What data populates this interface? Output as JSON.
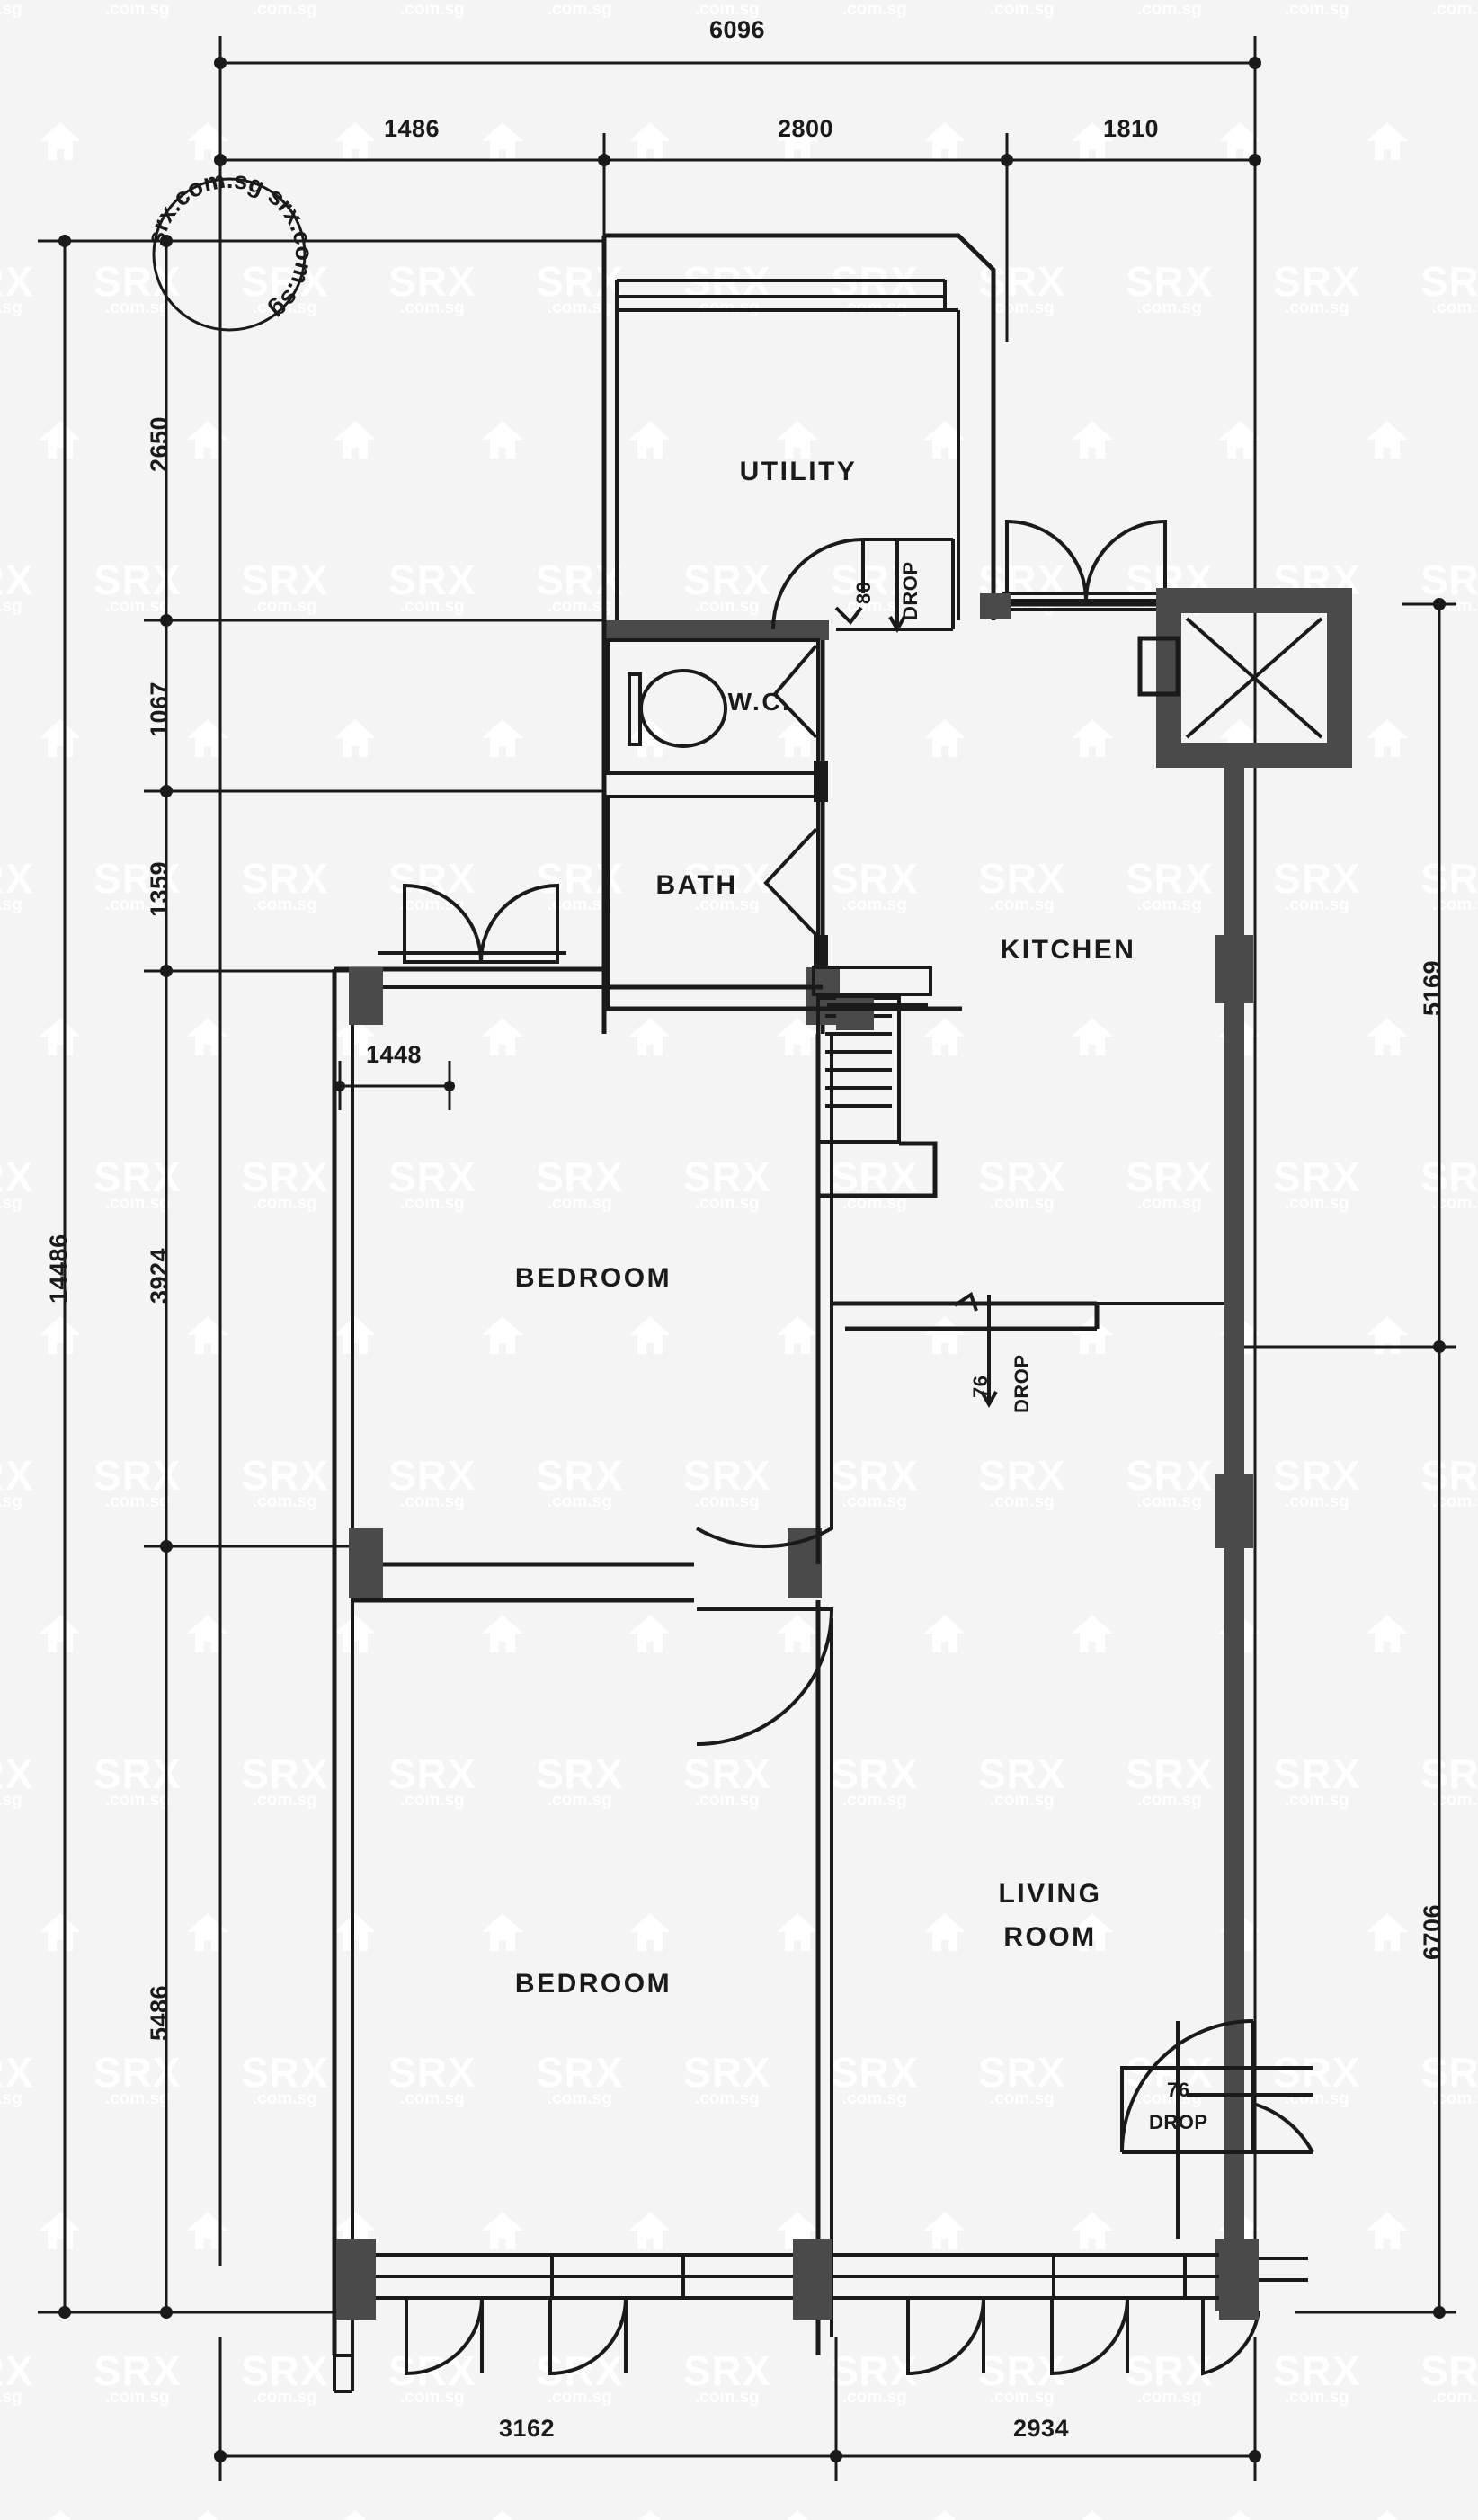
{
  "document": {
    "type": "floor-plan",
    "title": "HDB Apartment Floor Plan",
    "watermark_text": "SRX",
    "watermark_subtext": ".com.sg",
    "stamp_text": "srx.com.sg srx.com.sg"
  },
  "rooms": [
    {
      "id": "utility",
      "label": "UTILITY"
    },
    {
      "id": "wc",
      "label": "W.C."
    },
    {
      "id": "bath",
      "label": "BATH"
    },
    {
      "id": "kitchen",
      "label": "KITCHEN"
    },
    {
      "id": "bedroom1",
      "label": "BEDROOM"
    },
    {
      "id": "bedroom2",
      "label": "BEDROOM"
    },
    {
      "id": "living_1",
      "label": "LIVING"
    },
    {
      "id": "living_2",
      "label": "ROOM"
    }
  ],
  "dimensions": {
    "top_overall": "6096",
    "top_segments": [
      "1486",
      "2800",
      "1810"
    ],
    "left_overall": "14486",
    "left_segments": [
      "2650",
      "1067",
      "1359",
      "3924",
      "5486"
    ],
    "right_segments": [
      "5169",
      "6706"
    ],
    "bottom_segments": [
      "3162",
      "2934"
    ],
    "interior": [
      "1448"
    ]
  },
  "annotations": [
    {
      "id": "drop-utility",
      "value": "80",
      "label": "DROP"
    },
    {
      "id": "drop-kitchen",
      "value": "76",
      "label": "DROP"
    },
    {
      "id": "drop-balcony",
      "value": "76",
      "label": "DROP"
    }
  ],
  "colors": {
    "ink": "#1a1a1a",
    "wall_fill": "#4a4a4a",
    "paper": "#f4f4f4",
    "watermark": "#ffffff"
  }
}
